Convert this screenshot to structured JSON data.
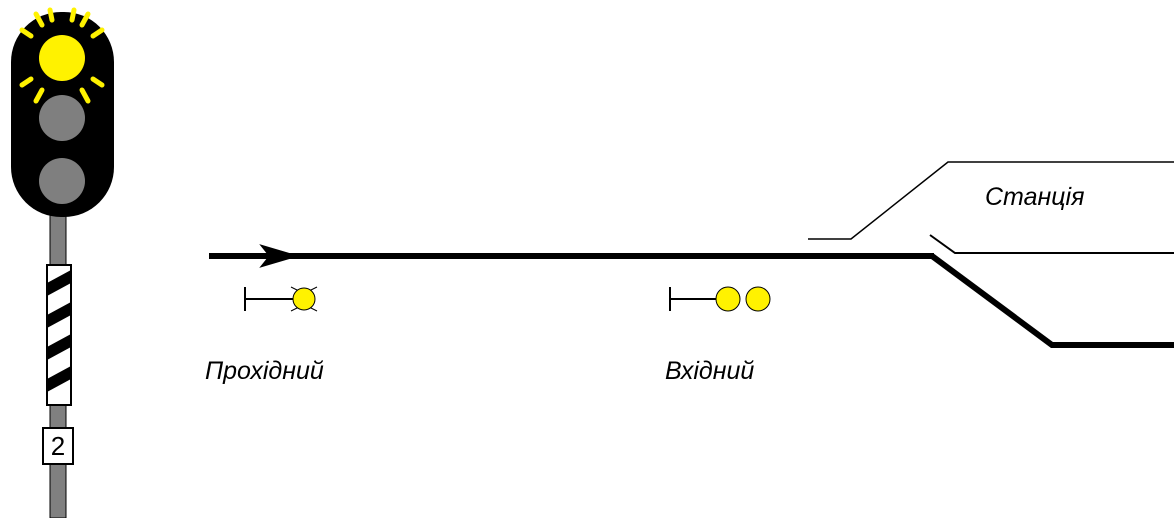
{
  "signal": {
    "plate_number": "2",
    "lamps": [
      "yellow-lit",
      "grey-off",
      "grey-off"
    ]
  },
  "labels": {
    "block_signal": "Прохідний",
    "entry_signal": "Вхідний",
    "station": "Станція"
  },
  "colors": {
    "lit_yellow": "#FFF200",
    "lamp_off": "#7f7f7f",
    "signal_head": "#000000",
    "mast": "#808080",
    "track": "#000000"
  }
}
